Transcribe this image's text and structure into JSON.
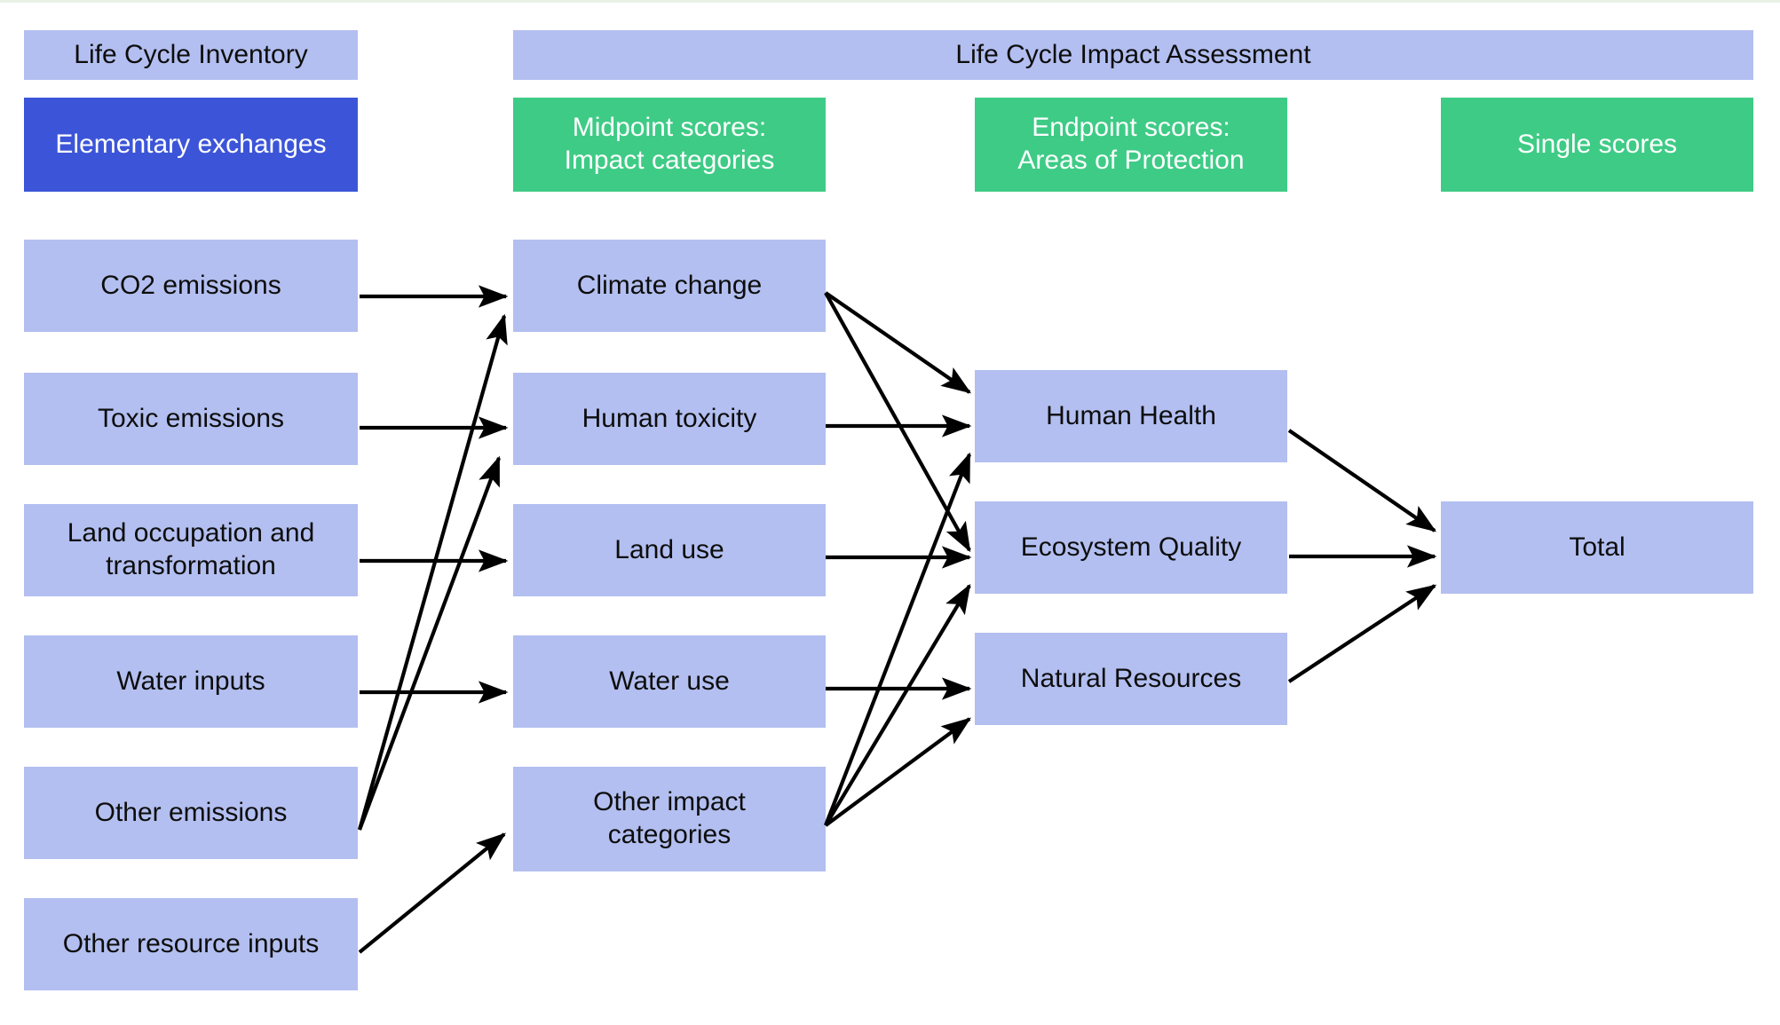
{
  "diagram": {
    "title_unseen": "",
    "colors": {
      "lilac": "#b3bff0",
      "indigo": "#3c55d8",
      "green": "#3ecb86",
      "text_dark": "#0d0d0d",
      "text_light": "#ffffff",
      "arrow": "#000000",
      "background": "#ffffff"
    },
    "headers": {
      "lci": "Life Cycle Inventory",
      "lcia": "Life Cycle Impact Assessment"
    },
    "categories": {
      "elementary_exchanges": "Elementary exchanges",
      "midpoint": "Midpoint scores:\nImpact categories",
      "endpoint": "Endpoint scores:\nAreas of Protection",
      "single": "Single scores"
    },
    "inventory_items": [
      {
        "label": "CO2 emissions"
      },
      {
        "label": "Toxic emissions"
      },
      {
        "label": "Land occupation and\ntransformation"
      },
      {
        "label": "Water inputs"
      },
      {
        "label": "Other emissions"
      },
      {
        "label": "Other resource inputs"
      }
    ],
    "midpoint_items": [
      {
        "label": "Climate change"
      },
      {
        "label": "Human toxicity"
      },
      {
        "label": "Land use"
      },
      {
        "label": "Water use"
      },
      {
        "label": "Other impact\ncategories"
      }
    ],
    "endpoint_items": [
      {
        "label": "Human Health"
      },
      {
        "label": "Ecosystem Quality"
      },
      {
        "label": "Natural Resources"
      }
    ],
    "single_items": [
      {
        "label": "Total"
      }
    ],
    "edges": [
      {
        "from": "CO2 emissions",
        "to": "Climate change"
      },
      {
        "from": "Toxic emissions",
        "to": "Human toxicity"
      },
      {
        "from": "Land occupation and transformation",
        "to": "Land use"
      },
      {
        "from": "Water inputs",
        "to": "Water use"
      },
      {
        "from": "Other emissions",
        "to": "Climate change"
      },
      {
        "from": "Other emissions",
        "to": "Human toxicity"
      },
      {
        "from": "Other resource inputs",
        "to": "Other impact categories"
      },
      {
        "from": "Climate change",
        "to": "Human Health"
      },
      {
        "from": "Climate change",
        "to": "Ecosystem Quality"
      },
      {
        "from": "Human toxicity",
        "to": "Human Health"
      },
      {
        "from": "Land use",
        "to": "Ecosystem Quality"
      },
      {
        "from": "Water use",
        "to": "Natural Resources"
      },
      {
        "from": "Other impact categories",
        "to": "Human Health"
      },
      {
        "from": "Other impact categories",
        "to": "Ecosystem Quality"
      },
      {
        "from": "Other impact categories",
        "to": "Natural Resources"
      },
      {
        "from": "Human Health",
        "to": "Total"
      },
      {
        "from": "Ecosystem Quality",
        "to": "Total"
      },
      {
        "from": "Natural Resources",
        "to": "Total"
      }
    ]
  }
}
